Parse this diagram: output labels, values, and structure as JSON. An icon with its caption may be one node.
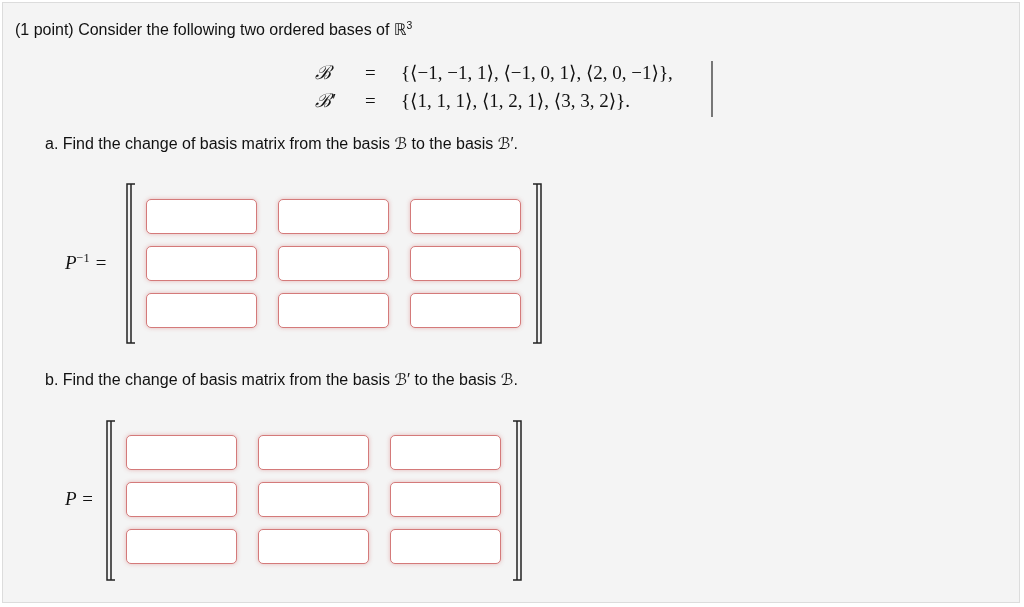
{
  "diagram": {
    "nodes": [
      {
        "text": [],
        "shape": "box"
      },
      {
        "text": [],
        "shape": "box"
      },
      {
        "text": [],
        "shape": "box"
      },
      {
        "text": [],
        "shape": "box"
      },
      {
        "text": [],
        "shape": "box"
      },
      {
        "text": [],
        "shape": "box"
      },
      {
        "text": [],
        "shape": "box"
      },
      {
        "text": [],
        "shape": "box"
      },
      {
        "text": [],
        "shape": "box"
      },
      {
        "text": [],
        "shape": "box"
      },
      {
        "text": [],
        "shape": "box"
      },
      {
        "text": [],
        "shape": "box"
      },
      {
        "text": [],
        "shape": "box"
      },
      {
        "text": [],
        "shape": "box"
      },
      {
        "text": [],
        "shape": "box"
      },
      {
        "text": [],
        "shape": "box"
      },
      {
        "text": [],
        "shape": "box"
      },
      {
        "text": [],
        "shape": "box"
      }
    ],
    "labels": [
      "(1 point) Consider the following two ordered bases of ℝ$^{3}$",
      "ℬ",
      "=",
      "{⟨−1, −1, 1⟩, ⟨−1, 0, 1⟩, ⟨2, 0, −1⟩},",
      "ℬ′",
      "=",
      "{⟨1, 1, 1⟩, ⟨1, 2, 1⟩, ⟨3, 3, 2⟩}.",
      "a. Find the change of basis matrix from the basis ℬ to the basis ℬ′.",
      "P$^{−1}$ =",
      "b. Find the change of basis matrix from the basis ℬ′ to the basis ℬ.",
      "P ="
    ]
  }
}
